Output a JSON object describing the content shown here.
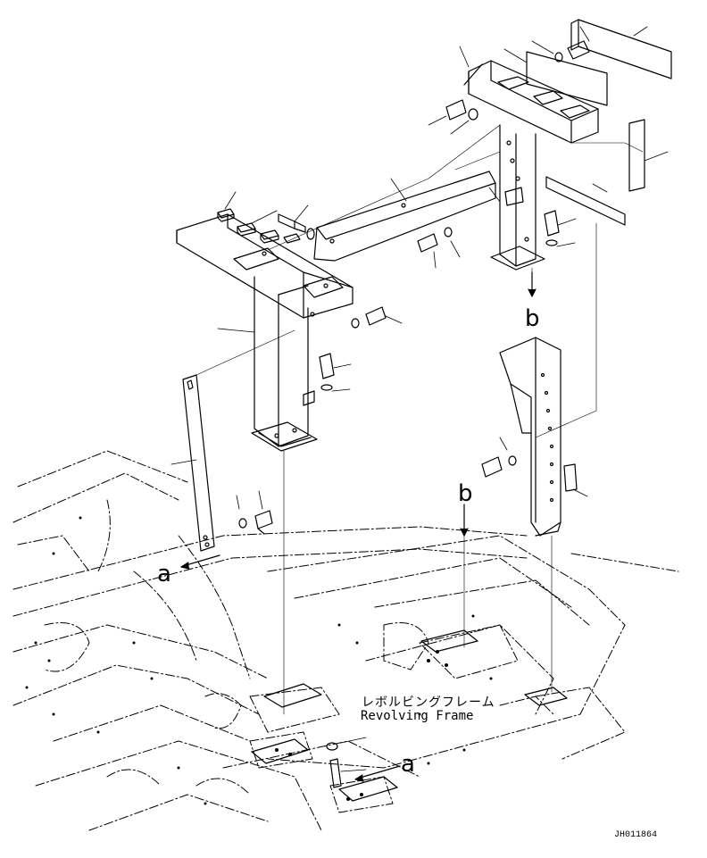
{
  "callouts": {
    "a_left": "a",
    "a_right": "a",
    "b_upper": "b",
    "b_lower": "b"
  },
  "frame_label": {
    "japanese": "レボルビングフレーム",
    "english": "Revolving Frame"
  },
  "drawing_code": "JH011864",
  "colors": {
    "line": "#000000",
    "background": "#ffffff"
  }
}
